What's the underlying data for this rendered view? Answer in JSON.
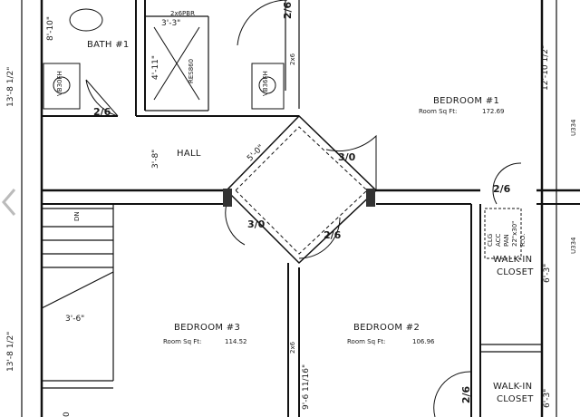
{
  "rooms": {
    "bath": "BATH #1",
    "hall": "HALL",
    "bedroom1": {
      "name": "BEDROOM #1",
      "sqft_label": "Room Sq Ft:",
      "sqft": "172.69"
    },
    "bedroom2": {
      "name": "BEDROOM #2",
      "sqft_label": "Room Sq Ft:",
      "sqft": "106.96"
    },
    "bedroom3": {
      "name": "BEDROOM #3",
      "sqft_label": "Room Sq Ft:",
      "sqft": "114.52"
    },
    "walkin_top": [
      "WALK-IN",
      "CLOSET"
    ],
    "walkin_bottom": [
      "WALK-IN",
      "CLOSET"
    ]
  },
  "dimensions": {
    "left_upper": "13'-8 1/2\"",
    "left_lower": "13'-8 1/2\"",
    "right_upper": "12'-10 1/2\"",
    "right_mid": "6'-3\"",
    "right_low": "6'-3\"",
    "bath_width": "8'-10\"",
    "shower_w": "3'-3\"",
    "shower_h": "4'-11\"",
    "hall_w": "3'-8\"",
    "diag": "5'-0\"",
    "stair": "3'-6\"",
    "bed2_wall": "9'-6 11/16\"",
    "u334_top": "U334",
    "u334_bot": "U334"
  },
  "doors": [
    "2/6",
    "2/6",
    "3/0",
    "3/0",
    "2/6",
    "2/6",
    "2/6"
  ],
  "fixtures": {
    "shower_top": "2x6PBR",
    "shower_side": "RES860",
    "vanity1": "VB30FH",
    "vanity2": "VB36FH",
    "wall_2x6_a": "2x6",
    "wall_2x6_b": "2x6",
    "dn": "DN",
    "closet_note": [
      "CLG",
      "ACC",
      "PAN",
      "22\"x30\"",
      "R.O."
    ],
    "bottom_left": "0"
  },
  "ui": {
    "nav_icon": "chevron-left-icon"
  }
}
